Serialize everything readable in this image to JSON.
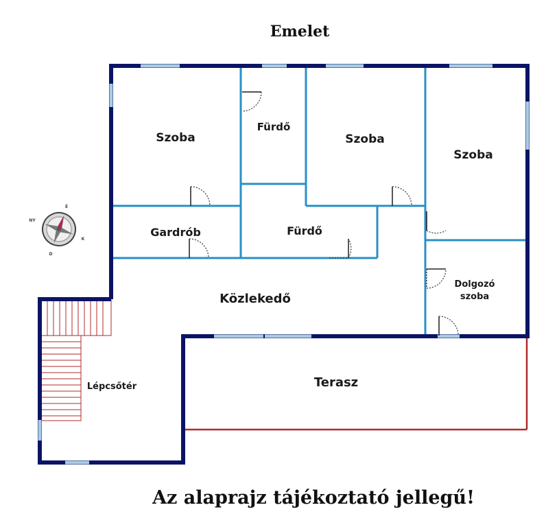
{
  "title": "Emelet",
  "disclaimer": "Az alaprajz tájékoztató jellegű!",
  "rooms": {
    "szoba_1": "Szoba",
    "furdo_1": "Fürdő",
    "szoba_2": "Szoba",
    "szoba_3": "Szoba",
    "gardrob": "Gardrób",
    "furdo_2": "Fürdő",
    "kozlekedo": "Közlekedő",
    "dolgozo_line1": "Dolgozó",
    "dolgozo_line2": "szoba",
    "lepcsoter": "Lépcsőtér",
    "terasz": "Terasz"
  },
  "compass": {
    "north": "É",
    "east": "K",
    "south": "D",
    "west": "NY"
  },
  "colors": {
    "outer_wall": "#0b1464",
    "inner_wall": "#2a8fc7",
    "window": "#a9cce3",
    "terrace": "#b22a2a",
    "stairs": "#b22a2a"
  }
}
